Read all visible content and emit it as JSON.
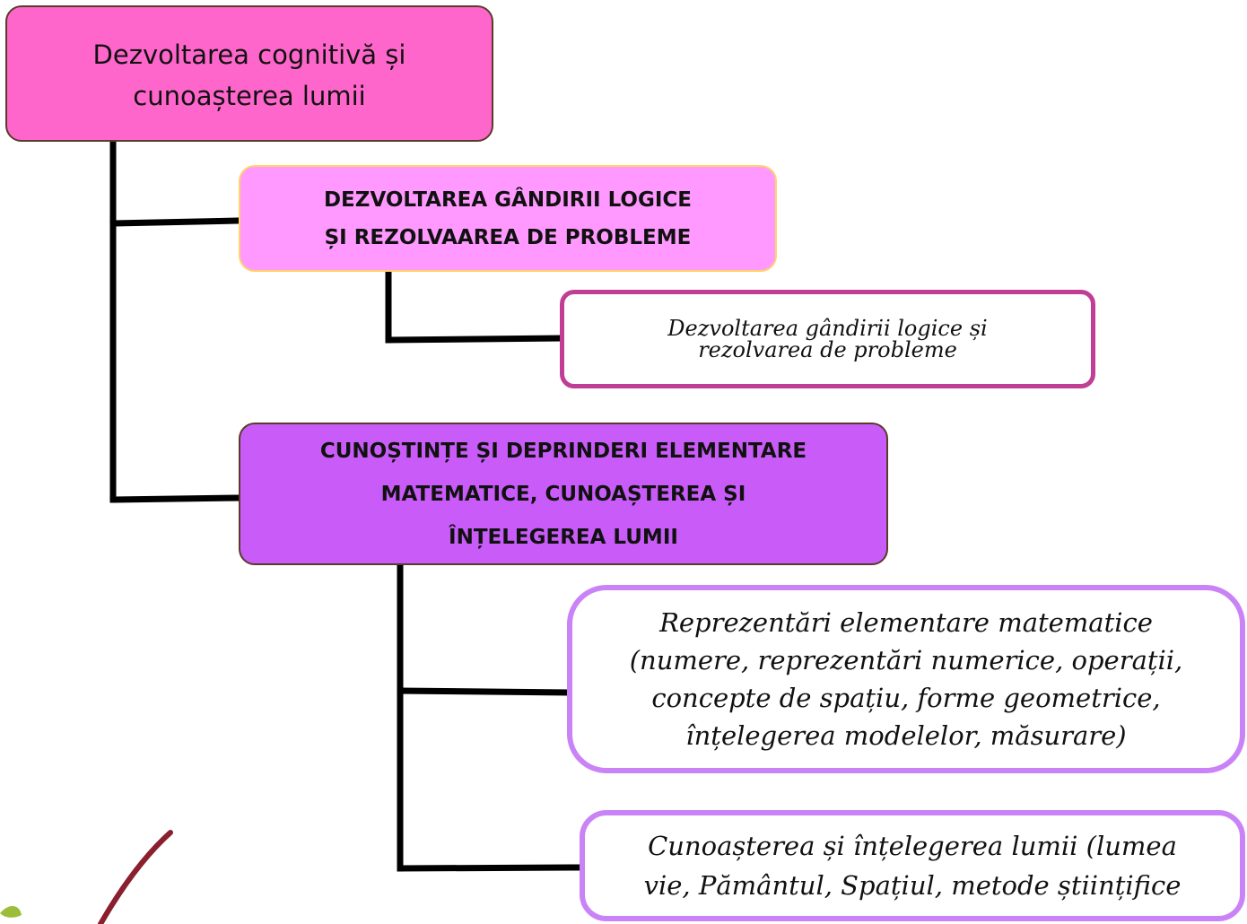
{
  "diagram": {
    "root": {
      "label": "Dezvoltarea cognitivă și\ncunoașterea lumii"
    },
    "branches": [
      {
        "label": "DEZVOLTAREA GÂNDIRII LOGICE\nȘI REZOLVAAREA DE PROBLEME",
        "children": [
          {
            "label": "Dezvoltarea gândirii logice și\nrezolvarea de probleme"
          }
        ]
      },
      {
        "label": "CUNOȘTINȚE ȘI DEPRINDERI ELEMENTARE\nMATEMATICE, CUNOAȘTEREA ȘI\nÎNȚELEGEREA LUMII",
        "children": [
          {
            "label": "Reprezentări elementare matematice\n(numere, reprezentări numerice, operații,\nconcepte de spațiu, forme geometrice,\nînțelegerea modelelor, măsurare)"
          },
          {
            "label": "Cunoașterea și înțelegerea lumii (lumea\nvie, Pământul, Spațiul, metode științifice"
          }
        ]
      }
    ]
  },
  "colors": {
    "root_fill": "#ff66cc",
    "branch1_fill": "#ff99ff",
    "branch2_fill": "#c95cf8",
    "leaf1_border": "#c03e94",
    "leaf2_border": "#c983f7",
    "connector": "#000000"
  }
}
